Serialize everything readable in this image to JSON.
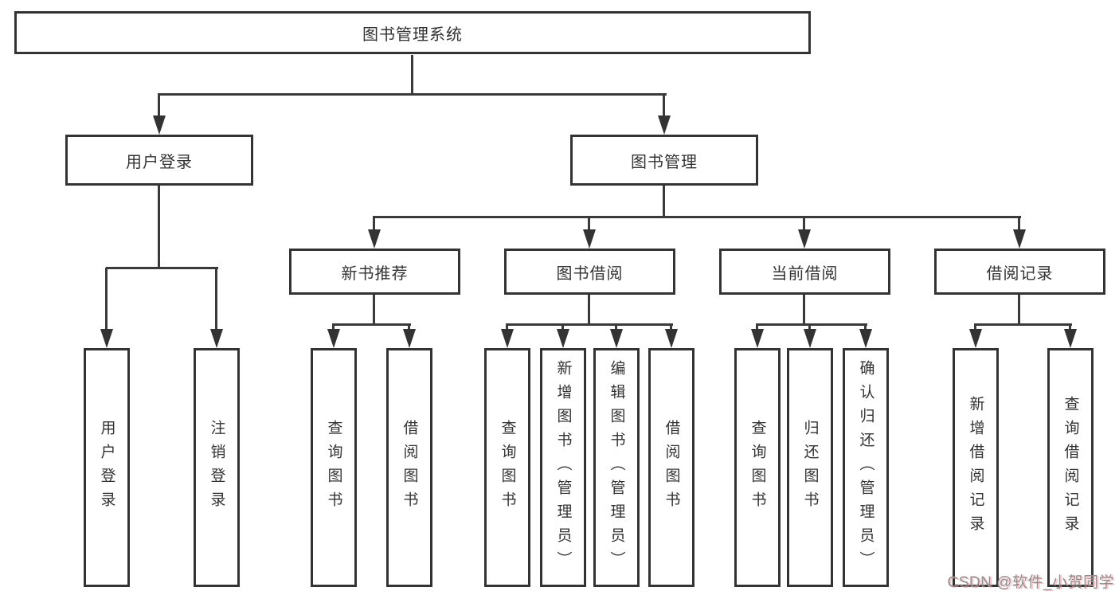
{
  "diagram": {
    "title": "图书管理系统",
    "root": {
      "label": "图书管理系统"
    },
    "level2": [
      {
        "label": "用户登录"
      },
      {
        "label": "图书管理"
      }
    ],
    "level3": [
      {
        "label": "新书推荐"
      },
      {
        "label": "图书借阅"
      },
      {
        "label": "当前借阅"
      },
      {
        "label": "借阅记录"
      }
    ],
    "leaves": {
      "user": [
        "用户登录",
        "注销登录"
      ],
      "recommend": [
        "查询图书",
        "借阅图书"
      ],
      "borrow": [
        "查询图书",
        "新增图书（管理员）",
        "编辑图书（管理员）",
        "借阅图书"
      ],
      "current": [
        "查询图书",
        "归还图书",
        "确认归还（管理员）"
      ],
      "records": [
        "新增借阅记录",
        "查询借阅记录"
      ]
    }
  },
  "watermark": {
    "text": "CSDN @软件_小贺同学"
  },
  "colors": {
    "line": "#3a3a3a",
    "box_border": "#333333",
    "text": "#333333",
    "background": "#ffffff",
    "watermark_gray": "#8f8f8f",
    "watermark_pink": "#f69ca6"
  }
}
